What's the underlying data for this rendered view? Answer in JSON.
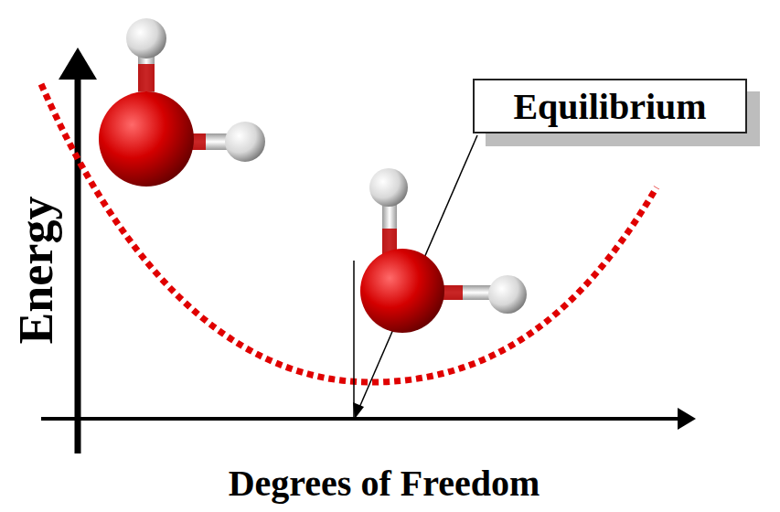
{
  "diagram": {
    "nodes": [
      {
        "text": [
          "Equilibrium"
        ]
      }
    ],
    "labels": [
      "Energy",
      "Degrees of Freedom"
    ]
  }
}
